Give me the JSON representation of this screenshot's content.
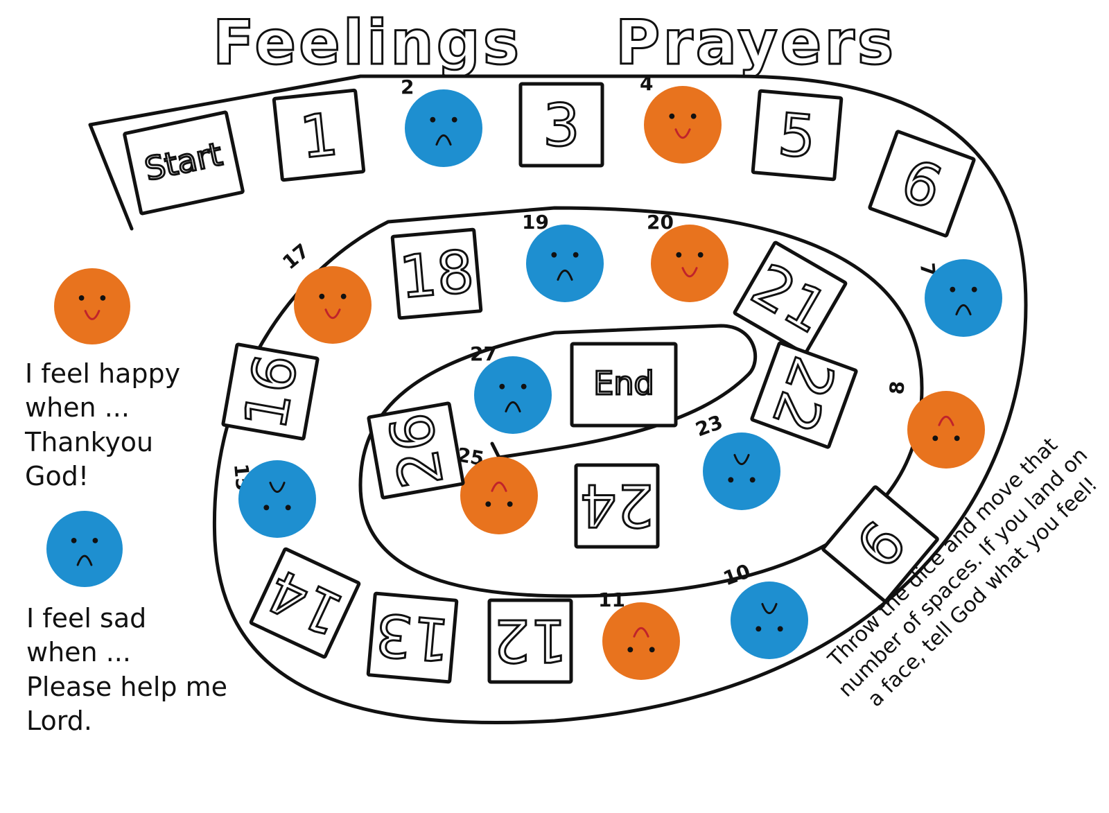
{
  "title": {
    "word1": "Feelings",
    "word2": "Prayers"
  },
  "legend": {
    "happy": {
      "face": "happy",
      "color": "#E8731E",
      "caption": "I feel happy\nwhen ...\nThankyou\n    God!"
    },
    "sad": {
      "face": "sad",
      "color": "#1E8FD0",
      "caption": "I feel sad\nwhen ...\nPlease help me\n    Lord."
    }
  },
  "instructions": "Throw the dice and move that number of spaces. If you land on a face, tell God what you feel!",
  "squares": [
    {
      "label": "Start"
    },
    {
      "label": "1"
    },
    {
      "label": "2",
      "face": "sad"
    },
    {
      "label": "3"
    },
    {
      "label": "4",
      "face": "happy"
    },
    {
      "label": "5"
    },
    {
      "label": "6"
    },
    {
      "label": "7",
      "face": "sad"
    },
    {
      "label": "8",
      "face": "happy"
    },
    {
      "label": "9"
    },
    {
      "label": "10",
      "face": "sad"
    },
    {
      "label": "11",
      "face": "happy"
    },
    {
      "label": "12"
    },
    {
      "label": "13"
    },
    {
      "label": "14"
    },
    {
      "label": "15",
      "face": "sad"
    },
    {
      "label": "16"
    },
    {
      "label": "17",
      "face": "happy"
    },
    {
      "label": "18"
    },
    {
      "label": "19",
      "face": "sad"
    },
    {
      "label": "20",
      "face": "happy"
    },
    {
      "label": "21"
    },
    {
      "label": "22"
    },
    {
      "label": "23",
      "face": "sad"
    },
    {
      "label": "24"
    },
    {
      "label": "25",
      "face": "happy"
    },
    {
      "label": "26"
    },
    {
      "label": "27",
      "face": "sad"
    },
    {
      "label": "End"
    }
  ]
}
